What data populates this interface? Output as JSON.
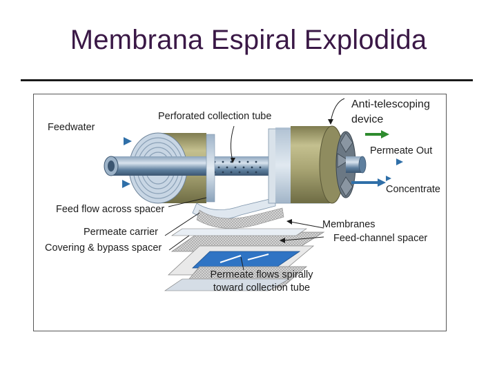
{
  "slide": {
    "title": "Membrana Espiral Explodida"
  },
  "diagram": {
    "labels": {
      "feedwater": "Feedwater",
      "perforated_tube": "Perforated collection tube",
      "anti_telescoping_1": "Anti-telescoping",
      "anti_telescoping_2": "device",
      "permeate_out": "Permeate  Out",
      "concentrate": "Concentrate",
      "feed_flow_across_spacer": "Feed flow across spacer",
      "permeate_carrier": "Permeate carrier",
      "covering_bypass_spacer": "Covering & bypass spacer",
      "membranes": "Membranes",
      "feed_channel_spacer": "Feed-channel spacer",
      "permeate_flows_1": "Permeate flows spirally",
      "permeate_flows_2": "toward collection  tube"
    },
    "colors": {
      "shell": "#a9a574",
      "shell_dark": "#7c7a4e",
      "tube": "#5e7f9e",
      "flow_arrow": "#2f6fa8",
      "permeate_arrow": "#2e8b2e",
      "membrane_blue": "#2f74c4",
      "spacer_gray": "#c7c7c7",
      "title": "#3a1846"
    }
  }
}
